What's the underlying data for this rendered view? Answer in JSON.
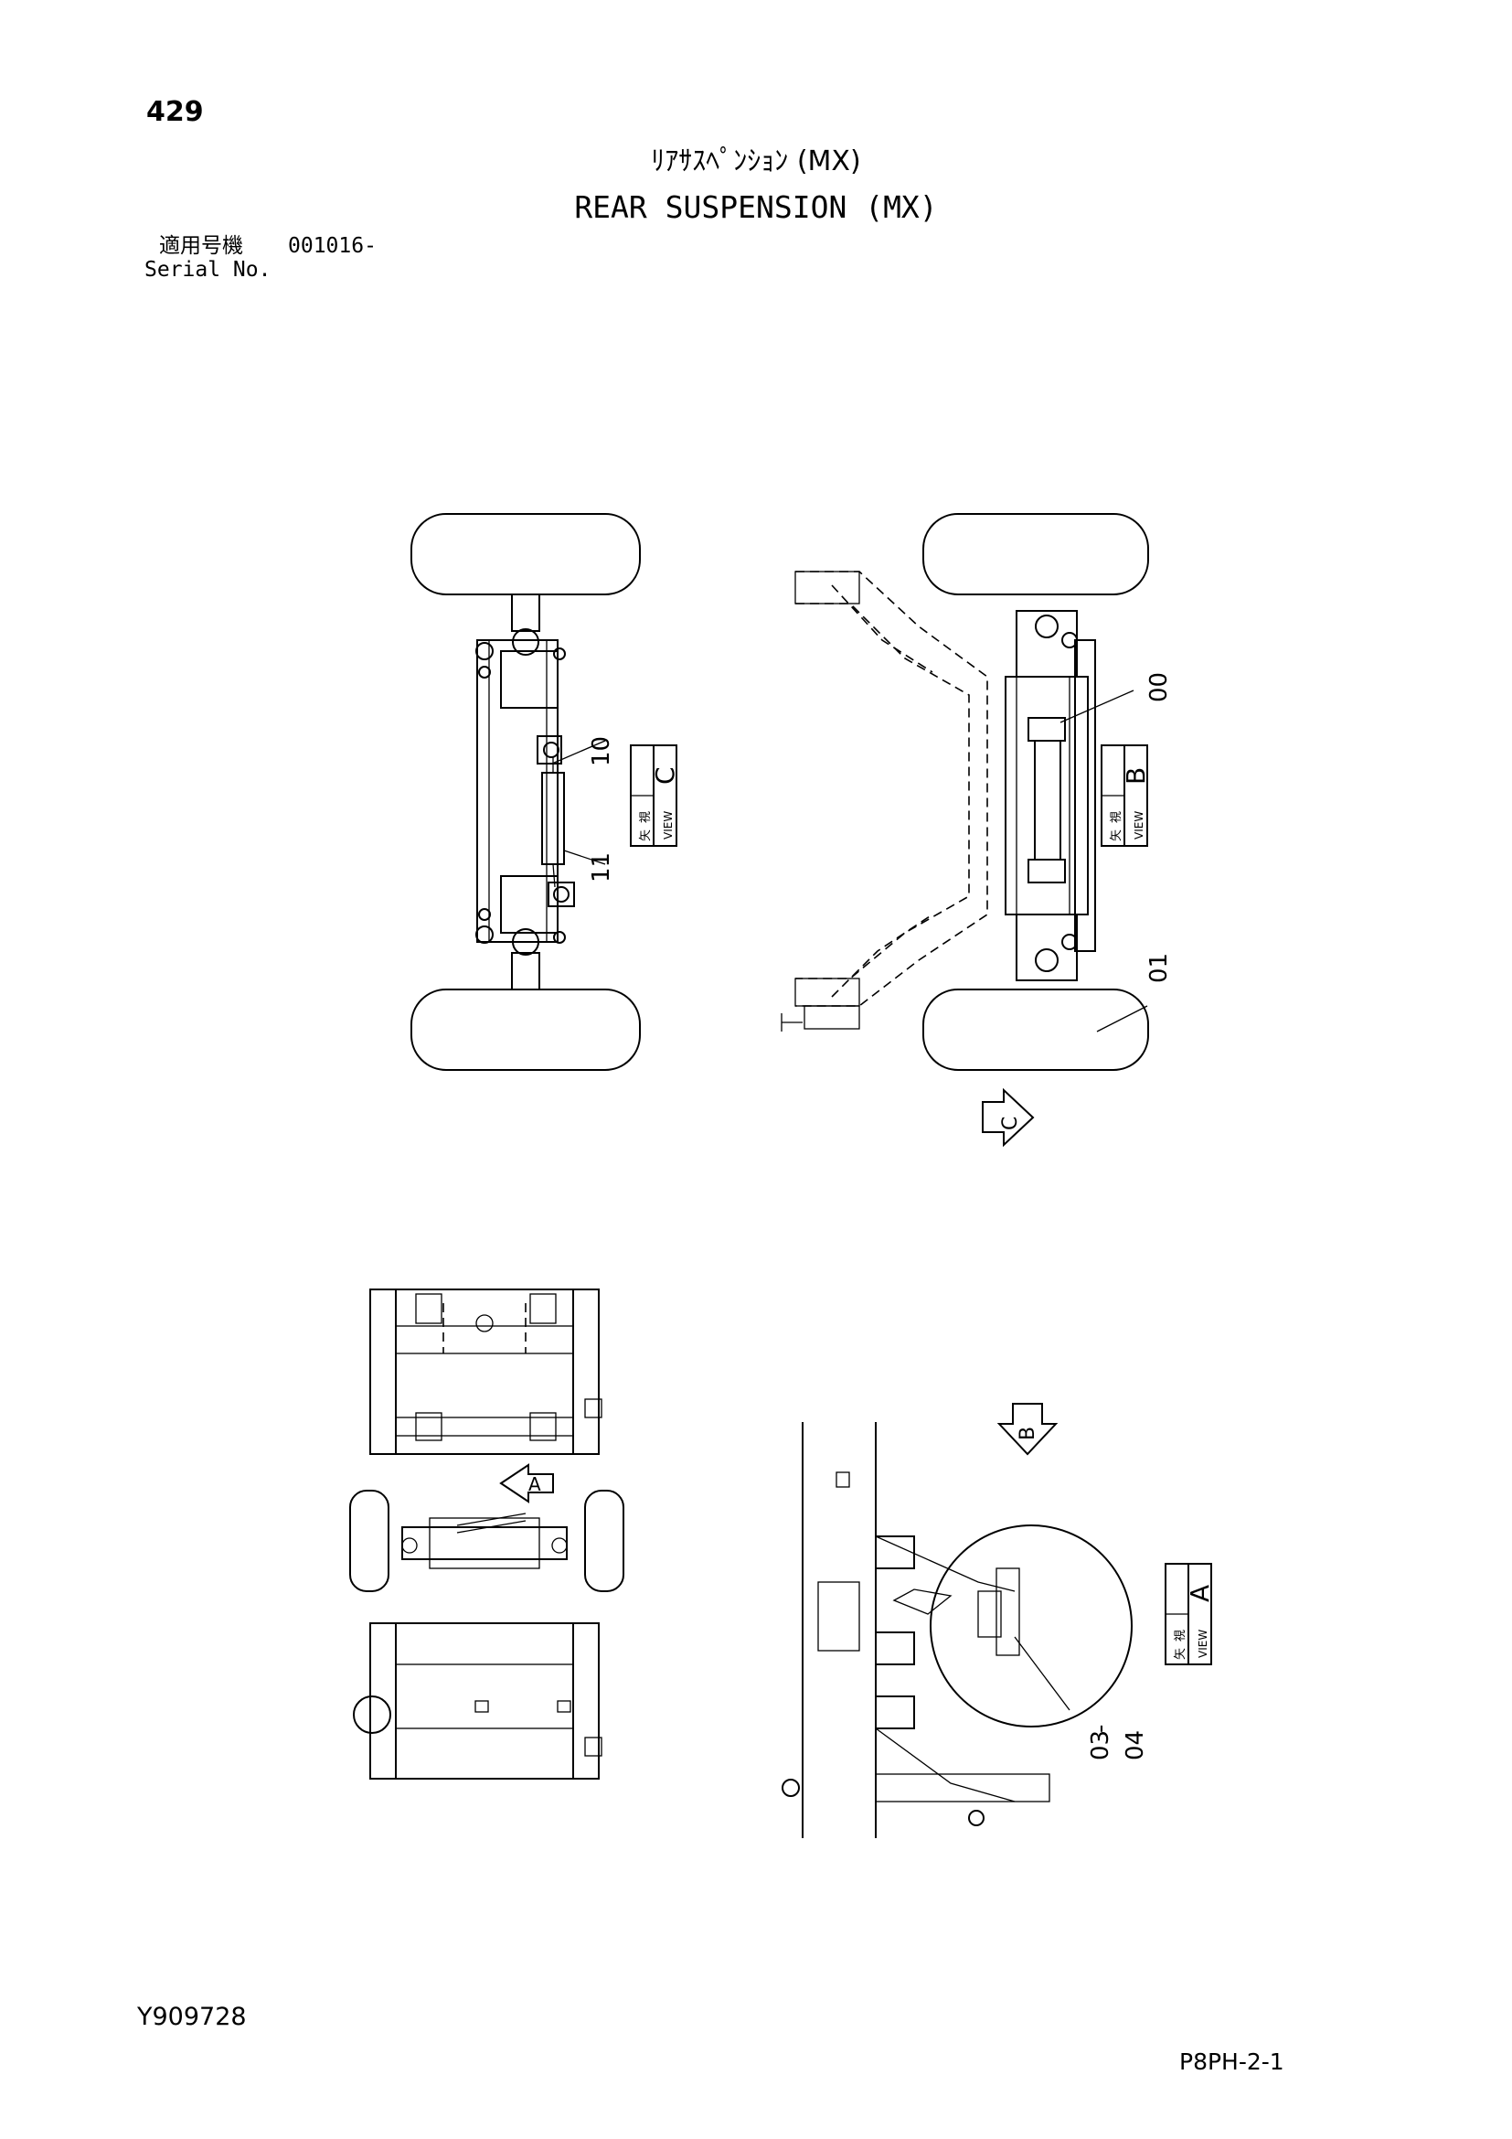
{
  "header": {
    "page_number": "429",
    "title_jp": "ﾘｱｻｽﾍﾟﾝｼｮﾝ (MX)",
    "title_en": "REAR SUSPENSION (MX)",
    "serial_label_jp": "適用号機",
    "serial_value": "001016-",
    "serial_label_en": "Serial No."
  },
  "view_labels": {
    "c": {
      "letter": "C",
      "jp1": "矢",
      "jp2": "視",
      "en": "VIEW"
    },
    "b": {
      "letter": "B",
      "jp1": "矢",
      "jp2": "視",
      "en": "VIEW"
    },
    "a": {
      "letter": "A",
      "jp1": "矢",
      "jp2": "視",
      "en": "VIEW"
    }
  },
  "arrows": {
    "c": "C",
    "a": "A",
    "b": "B"
  },
  "part_callouts": {
    "p10": "10",
    "p11": "11",
    "p00": "00",
    "p01": "01",
    "p03": "03",
    "p04": "04",
    "dash": "-"
  },
  "footer": {
    "drawing_number": "Y909728",
    "sheet_code": "P8PH-2-1"
  }
}
